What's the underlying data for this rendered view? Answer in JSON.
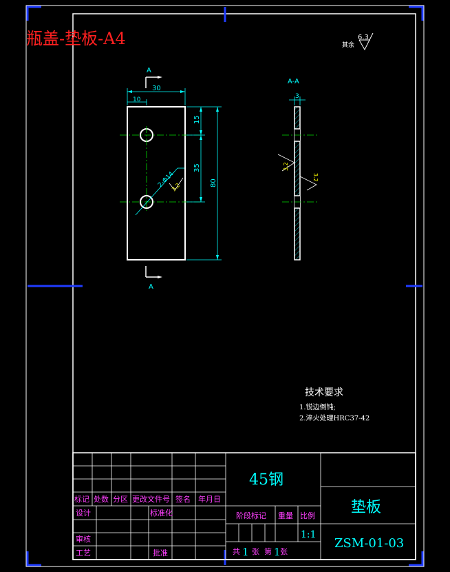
{
  "title_red": "瓶盖-垫板-A4",
  "surface_finish": {
    "label": "其余",
    "value": "6.3"
  },
  "front_view": {
    "section_mark_top": "A",
    "section_mark_bottom": "A",
    "dim_width": "30",
    "dim_hole_offset_x": "10",
    "dim_top_to_hole": "15",
    "dim_hole_spacing": "35",
    "dim_height": "80",
    "hole_callout": "2-Φ14",
    "roughness": "3.2"
  },
  "section_view": {
    "label": "A-A",
    "dim_thickness": "3",
    "roughness_left": "3.2",
    "roughness_right": "3.2"
  },
  "tech_requirements": {
    "heading": "技术要求",
    "items": [
      "1.锐边倒钝;",
      "2.淬火处理HRC37-42"
    ]
  },
  "title_block": {
    "material": "45钢",
    "part_name": "垫板",
    "drawing_no": "ZSM-01-03",
    "rev_headers": [
      "标记",
      "处数",
      "分区",
      "更改文件号",
      "签名",
      "年月日"
    ],
    "design": "设计",
    "standardize": "标准化",
    "review": "审核",
    "process": "工艺",
    "approve": "批准",
    "stage_mark": "阶段标记",
    "weight": "重量",
    "scale_label": "比例",
    "scale_value": "1:1",
    "sheets_total_prefix": "共",
    "sheets_total": "1",
    "sheets_word": "张",
    "sheet_no_prefix": "第",
    "sheet_no": "1",
    "sheet_word2": "张"
  }
}
